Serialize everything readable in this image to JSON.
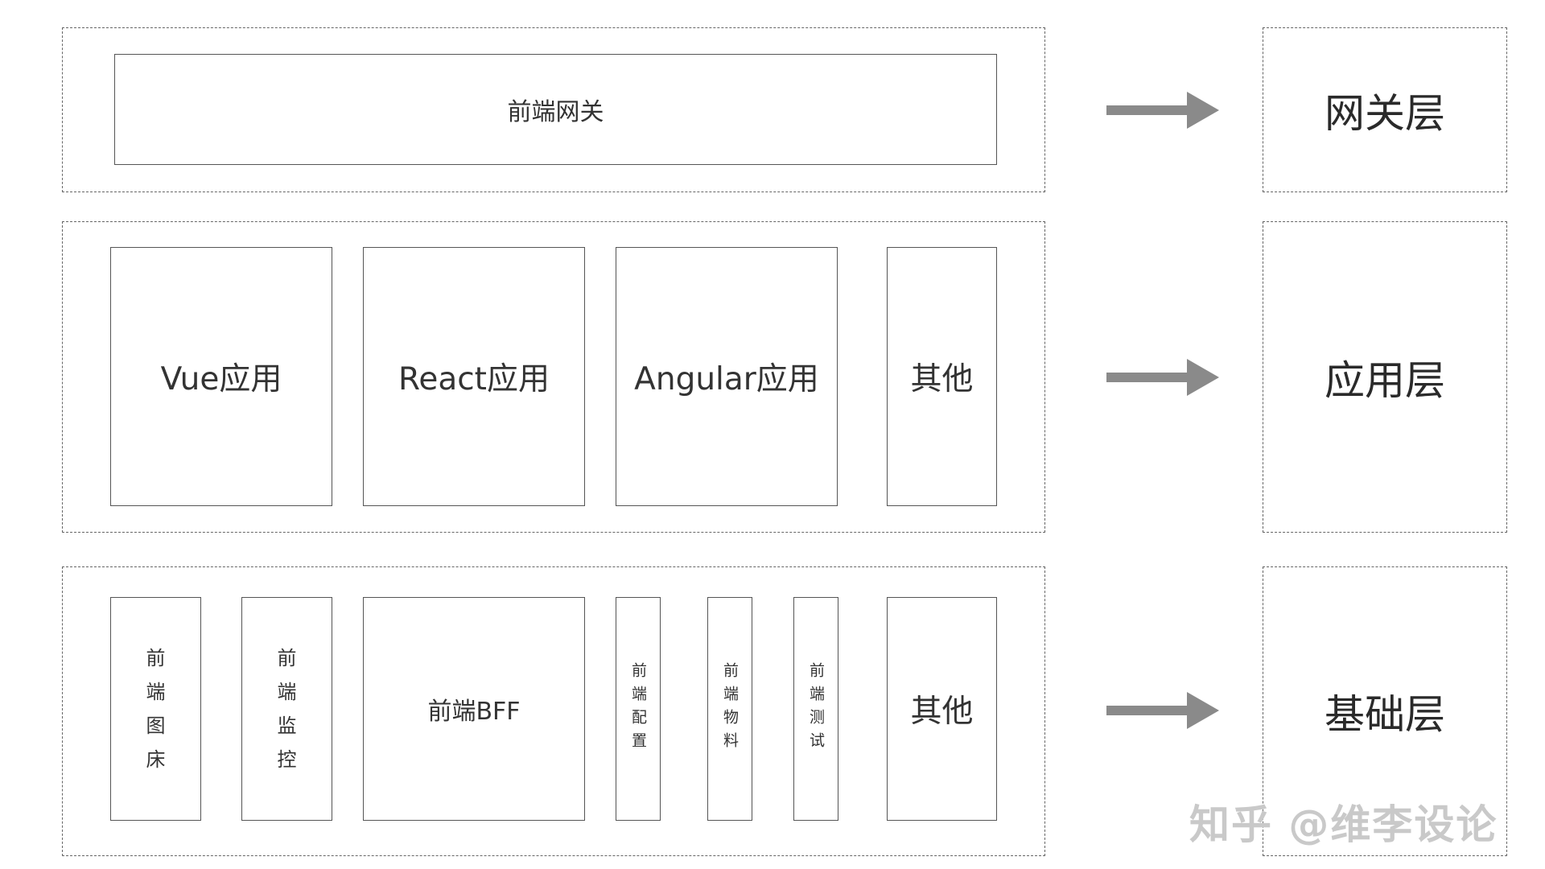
{
  "gateway": {
    "box_label": "前端网关",
    "layer_label": "网关层"
  },
  "application": {
    "items": [
      "Vue应用",
      "React应用",
      "Angular应用",
      "其他"
    ],
    "layer_label": "应用层"
  },
  "foundation": {
    "image_host": "前端图床",
    "monitoring": "前端监控",
    "bff": "前端BFF",
    "config": "前端配置",
    "materials": "前端物料",
    "testing": "前端测试",
    "other": "其他",
    "layer_label": "基础层"
  },
  "watermark": "知乎 @维李设论",
  "colors": {
    "border": "#555555",
    "dashed": "#666666",
    "arrow": "#8a8a8a",
    "text": "#333333"
  }
}
